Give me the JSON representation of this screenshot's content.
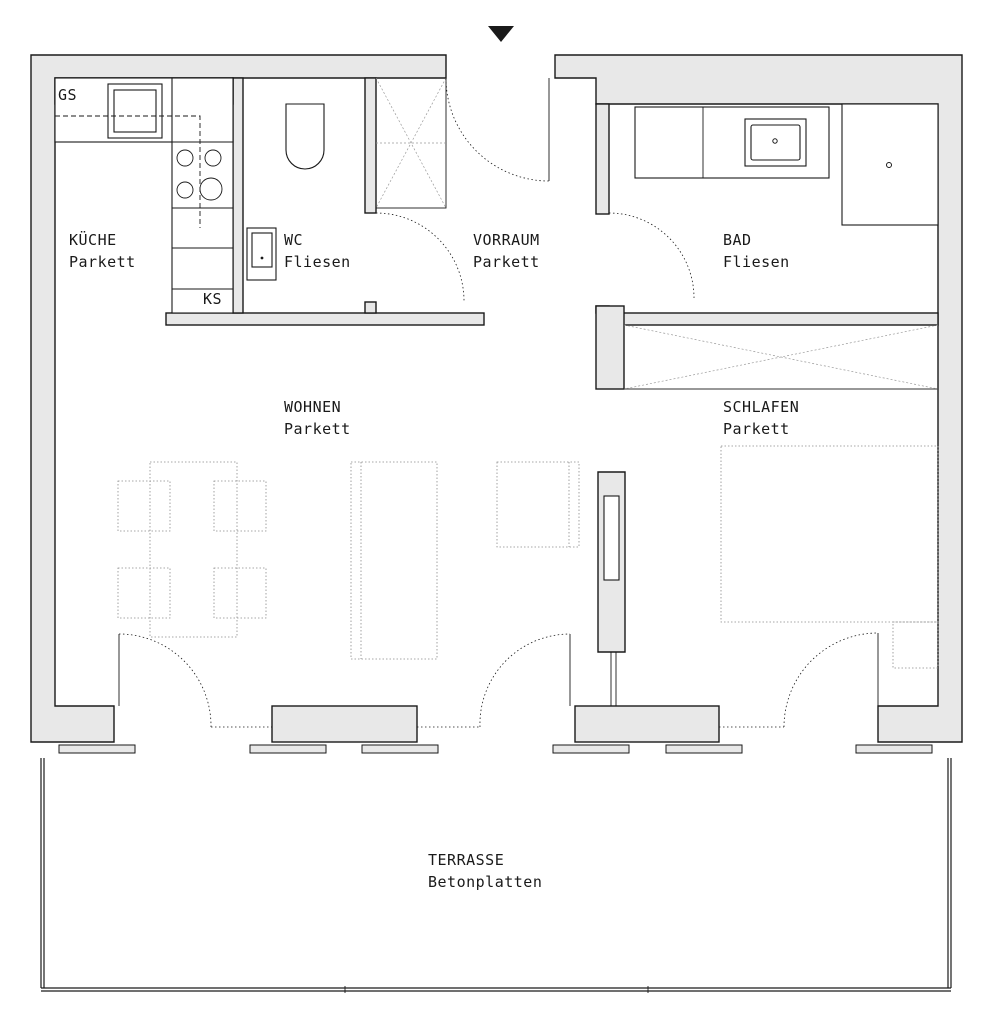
{
  "rooms": {
    "kueche": {
      "name": "KÜCHE",
      "floor": "Parkett"
    },
    "wc": {
      "name": "WC",
      "floor": "Fliesen"
    },
    "vorraum": {
      "name": "VORRAUM",
      "floor": "Parkett"
    },
    "bad": {
      "name": "BAD",
      "floor": "Fliesen"
    },
    "wohnen": {
      "name": "WOHNEN",
      "floor": "Parkett"
    },
    "schlafen": {
      "name": "SCHLAFEN",
      "floor": "Parkett"
    },
    "terrasse": {
      "name": "TERRASSE",
      "floor": "Betonplatten"
    }
  },
  "fixtures": {
    "gs": "GS",
    "ks": "KS"
  },
  "entrance": {
    "icon": "entrance-arrow-icon"
  }
}
